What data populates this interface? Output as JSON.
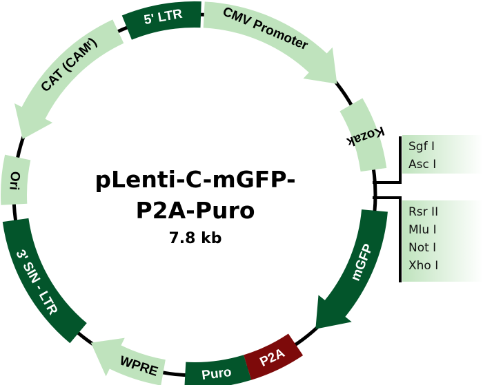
{
  "plasmid": {
    "name_line1": "pLenti-C-mGFP-",
    "name_line2": "P2A-Puro",
    "size": "7.8 kb"
  },
  "colors": {
    "light_green": "#bfe3bd",
    "dark_green": "#03552b",
    "dark_red": "#7d0a0a",
    "backbone": "#000000",
    "text_dark": "#000000",
    "text_light": "#ffffff"
  },
  "features": [
    {
      "id": "cmv-promoter",
      "label": "CMV Promoter",
      "type": "arrow",
      "direction": "cw",
      "color": "light_green",
      "text_color": "text_dark"
    },
    {
      "id": "kozak",
      "label": "Kozak",
      "type": "box",
      "color": "light_green",
      "text_color": "text_dark"
    },
    {
      "id": "mgfp",
      "label": "mGFP",
      "type": "arrow",
      "direction": "cw",
      "color": "dark_green",
      "text_color": "text_light"
    },
    {
      "id": "p2a",
      "label": "P2A",
      "type": "box",
      "color": "dark_red",
      "text_color": "text_light"
    },
    {
      "id": "puro",
      "label": "Puro",
      "type": "box",
      "color": "dark_green",
      "text_color": "text_light"
    },
    {
      "id": "wpre",
      "label": "WPRE",
      "type": "arrow",
      "direction": "cw",
      "color": "light_green",
      "text_color": "text_dark"
    },
    {
      "id": "3-sin-ltr",
      "label": "3' SIN - LTR",
      "type": "box",
      "color": "dark_green",
      "text_color": "text_light"
    },
    {
      "id": "ori",
      "label": "Ori",
      "type": "box",
      "color": "light_green",
      "text_color": "text_dark"
    },
    {
      "id": "cat",
      "label": "CAT (CAMʳ)",
      "type": "arrow",
      "direction": "ccw",
      "color": "light_green",
      "text_color": "text_dark"
    },
    {
      "id": "5-ltr",
      "label": "5' LTR",
      "type": "box",
      "color": "dark_green",
      "text_color": "text_light"
    }
  ],
  "restriction_sites": {
    "group1": [
      "Sgf I",
      "Asc I"
    ],
    "group2": [
      "Rsr II",
      "Mlu I",
      "Not I",
      "Xho I"
    ]
  }
}
